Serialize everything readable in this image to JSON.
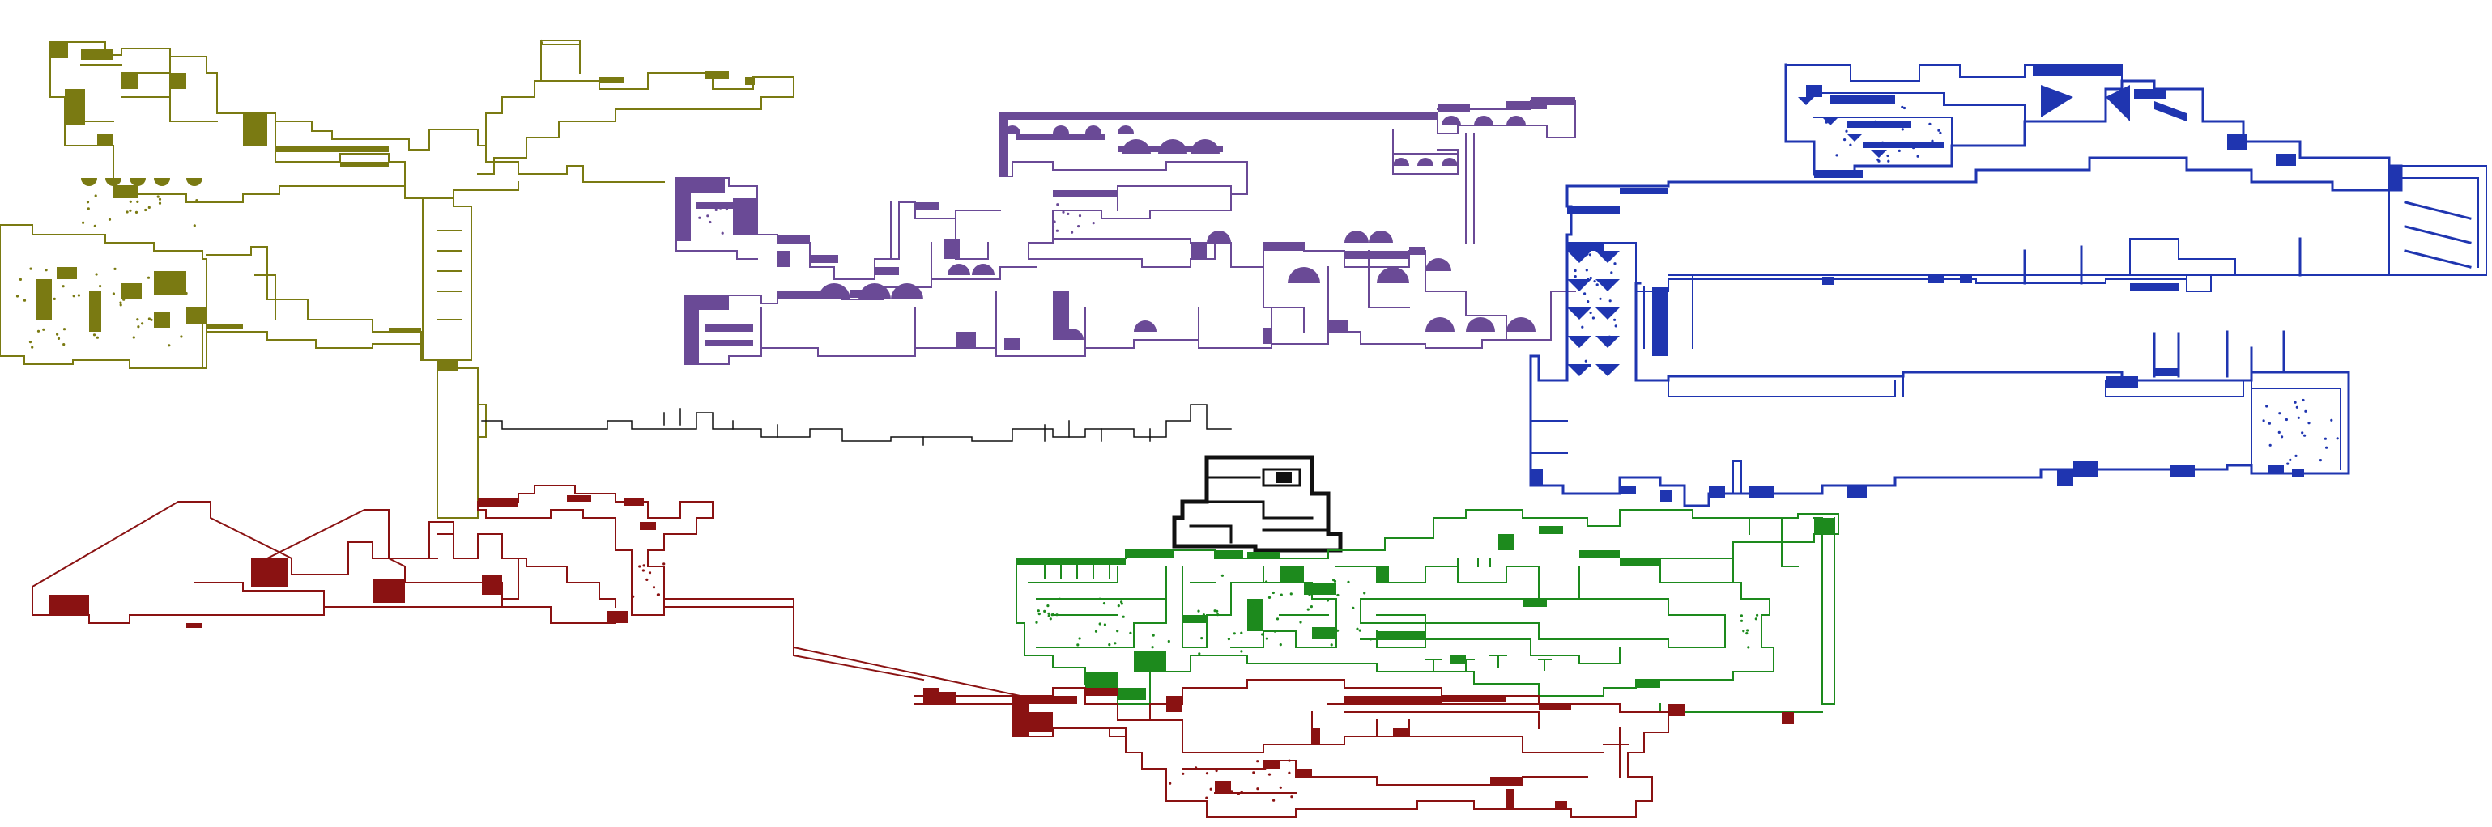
{
  "map": {
    "background": "#ffffff",
    "regions": [
      {
        "id": "olive",
        "color": "#7a7a12",
        "fill": "#7a7a12"
      },
      {
        "id": "purple",
        "color": "#6a4a96",
        "fill": "#6a4a96"
      },
      {
        "id": "blue",
        "color": "#1f35b0",
        "fill": "#1f35b0"
      },
      {
        "id": "black",
        "color": "#111111",
        "fill": "#111111"
      },
      {
        "id": "green",
        "color": "#1d8a1d",
        "fill": "#1d8a1d"
      },
      {
        "id": "red",
        "color": "#8a1212",
        "fill": "#8a1212"
      }
    ]
  }
}
